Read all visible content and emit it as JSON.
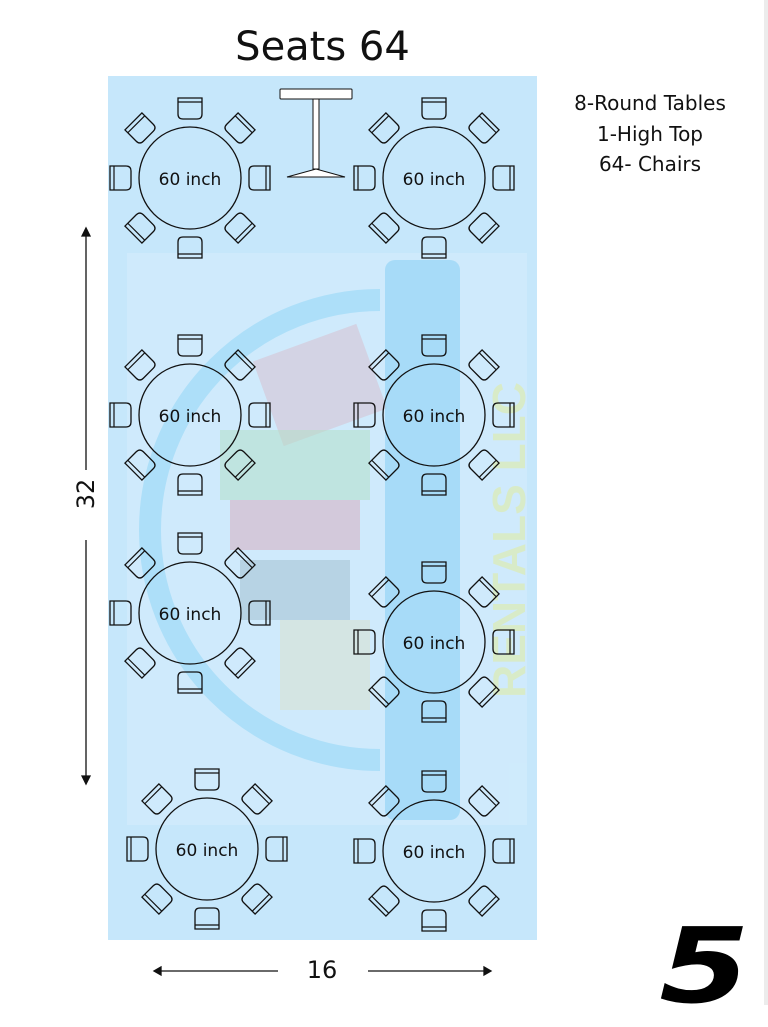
{
  "title": "Seats 64",
  "legend": [
    "8-Round Tables",
    "1-High Top",
    "64- Chairs"
  ],
  "dimensions": {
    "length": "32",
    "width": "16"
  },
  "page_number": "5",
  "tables": [
    {
      "label": "60 inch",
      "chairs": 8
    },
    {
      "label": "60 inch",
      "chairs": 8
    },
    {
      "label": "60 inch",
      "chairs": 8
    },
    {
      "label": "60 inch",
      "chairs": 8
    },
    {
      "label": "60 inch",
      "chairs": 8
    },
    {
      "label": "60 inch",
      "chairs": 8
    },
    {
      "label": "60 inch",
      "chairs": 8
    },
    {
      "label": "60 inch",
      "chairs": 8
    }
  ],
  "high_top": {
    "count": 1
  },
  "watermark": "RENTALS LLC",
  "colors": {
    "floor": "#c6e7fb",
    "watermark_panel": "#d4edfc",
    "line": "#111111"
  }
}
